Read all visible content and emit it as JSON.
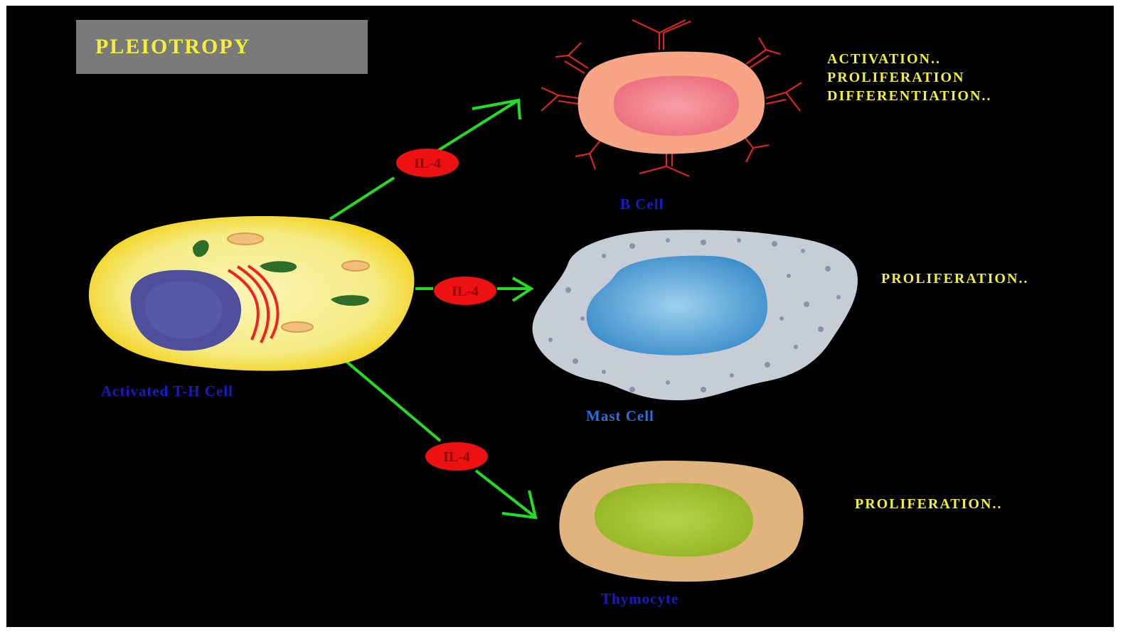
{
  "title": "PLEIOTROPY",
  "source_cell": {
    "label": "Activated T-H Cell"
  },
  "cytokine": "IL-4",
  "targets": [
    {
      "label": "B Cell",
      "effects": [
        "ACTIVATION..",
        "PROLIFERATION",
        "DIFFERENTIATION.."
      ]
    },
    {
      "label": "Mast Cell",
      "effects": [
        "PROLIFERATION.."
      ]
    },
    {
      "label": "Thymocyte",
      "effects": [
        "PROLIFERATION.."
      ]
    }
  ],
  "colors": {
    "background": "#000000",
    "title_box": "#7a7a7a",
    "title_text": "#f2ef3a",
    "effect_text": "#f2ef3a",
    "arrow": "#22dd22",
    "cytokine_badge": "#ee1111",
    "label_dark_blue": "#1a1acc",
    "label_light_blue": "#2a6fe0"
  }
}
